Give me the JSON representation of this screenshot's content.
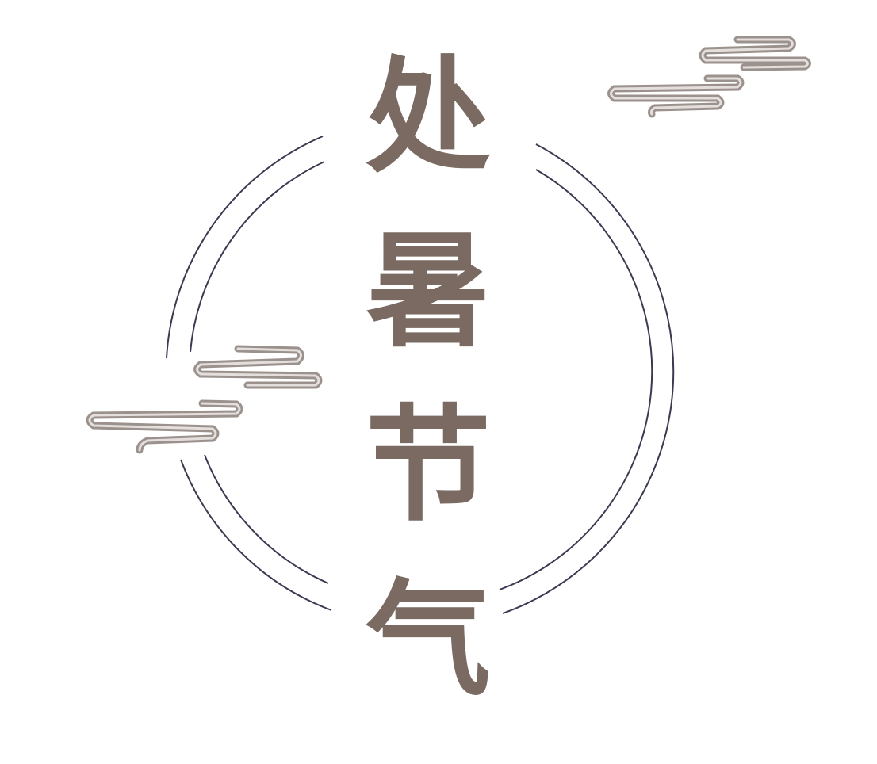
{
  "title": {
    "chars": [
      "处",
      "暑",
      "节",
      "气"
    ]
  },
  "colors": {
    "text": "#7a6a62",
    "ring": "#3a3a52",
    "cloud_outer": "#9b918d",
    "cloud_inner": "#d9d3d0",
    "background": "#ffffff"
  },
  "decorations": {
    "ring": "double-ring",
    "clouds": [
      "cloud-top-right",
      "cloud-left-upper",
      "cloud-left-lower"
    ]
  }
}
